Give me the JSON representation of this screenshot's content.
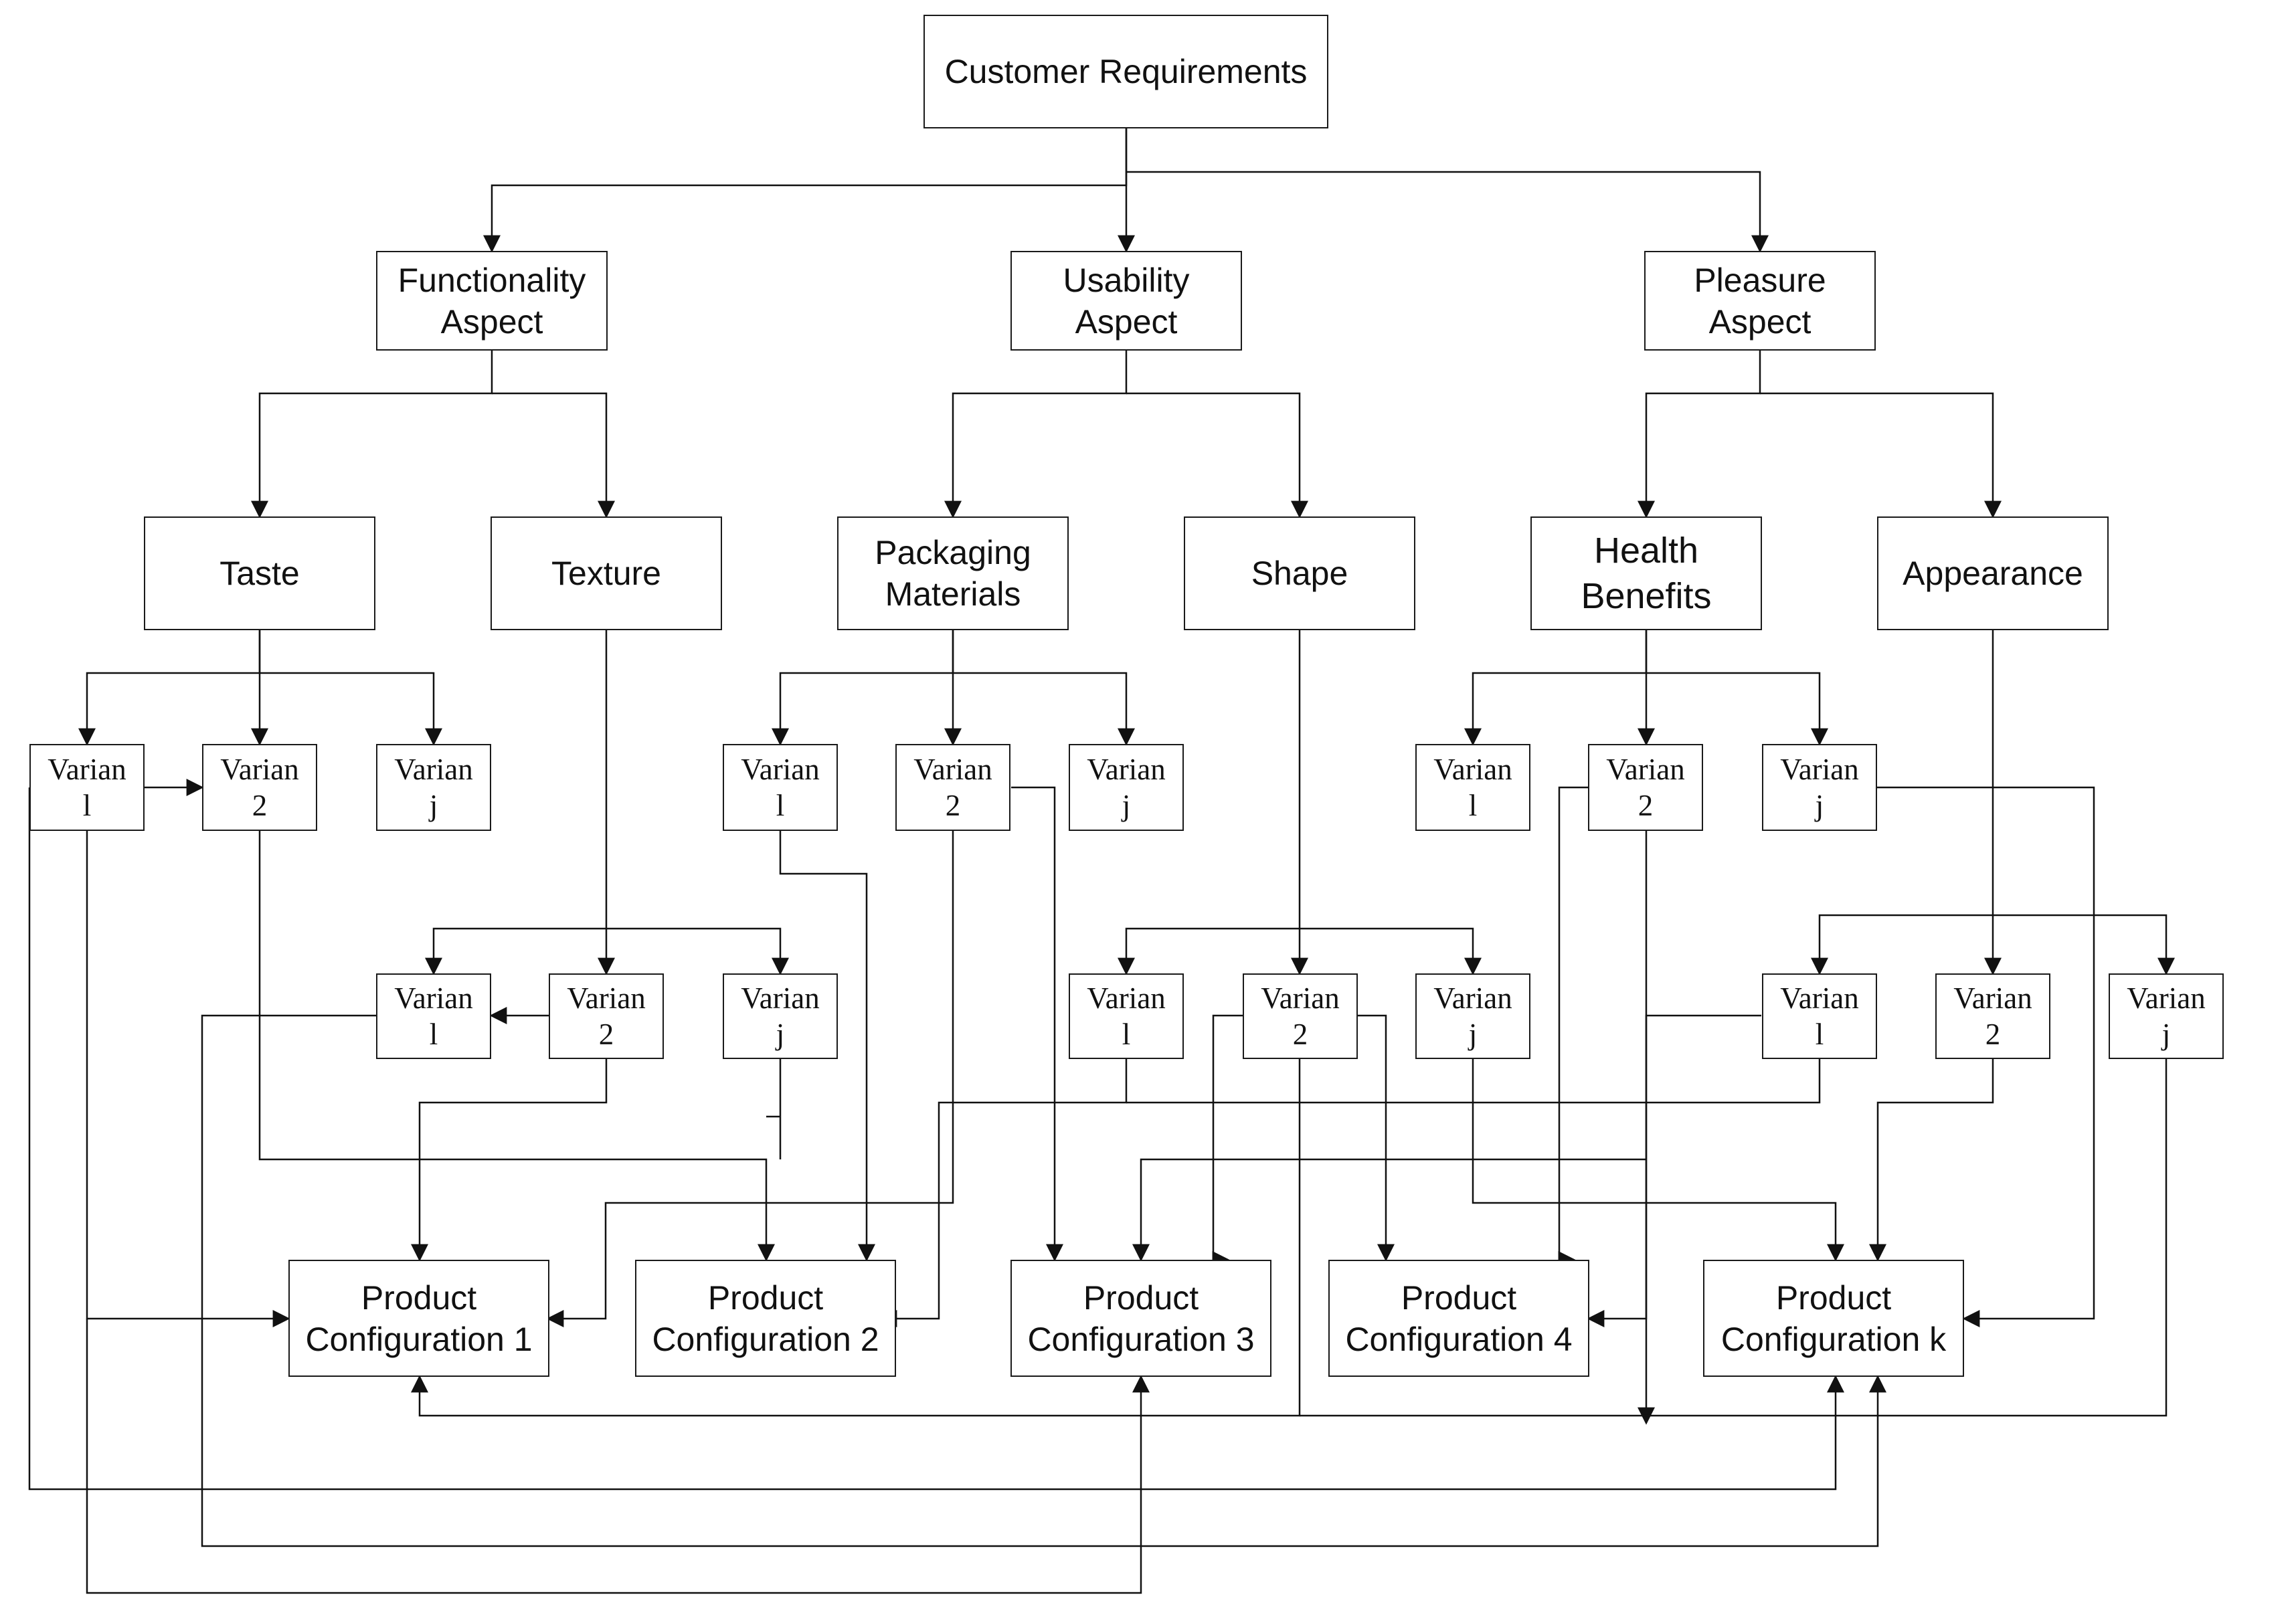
{
  "diagram": {
    "root": "Customer Requirements",
    "aspects": [
      "Functionality\nAspect",
      "Usability\nAspect",
      "Pleasure\nAspect"
    ],
    "attributes": [
      "Taste",
      "Texture",
      "Packaging\nMaterials",
      "Shape",
      "Health\nBenefits",
      "Appearance"
    ],
    "variants": {
      "taste": [
        "Varian\nl",
        "Varian\n2",
        "Varian\nj"
      ],
      "texture": [
        "Varian\nl",
        "Varian\n2",
        "Varian\nj"
      ],
      "packaging": [
        "Varian\nl",
        "Varian\n2",
        "Varian\nj"
      ],
      "shape": [
        "Varian\nl",
        "Varian\n2",
        "Varian\nj"
      ],
      "health": [
        "Varian\nl",
        "Varian\n2",
        "Varian\nj"
      ],
      "appearance": [
        "Varian\nl",
        "Varian\n2",
        "Varian\nj"
      ]
    },
    "configurations": [
      "Product\nConfiguration 1",
      "Product\nConfiguration 2",
      "Product\nConfiguration 3",
      "Product\nConfiguration 4",
      "Product\nConfiguration k"
    ]
  }
}
